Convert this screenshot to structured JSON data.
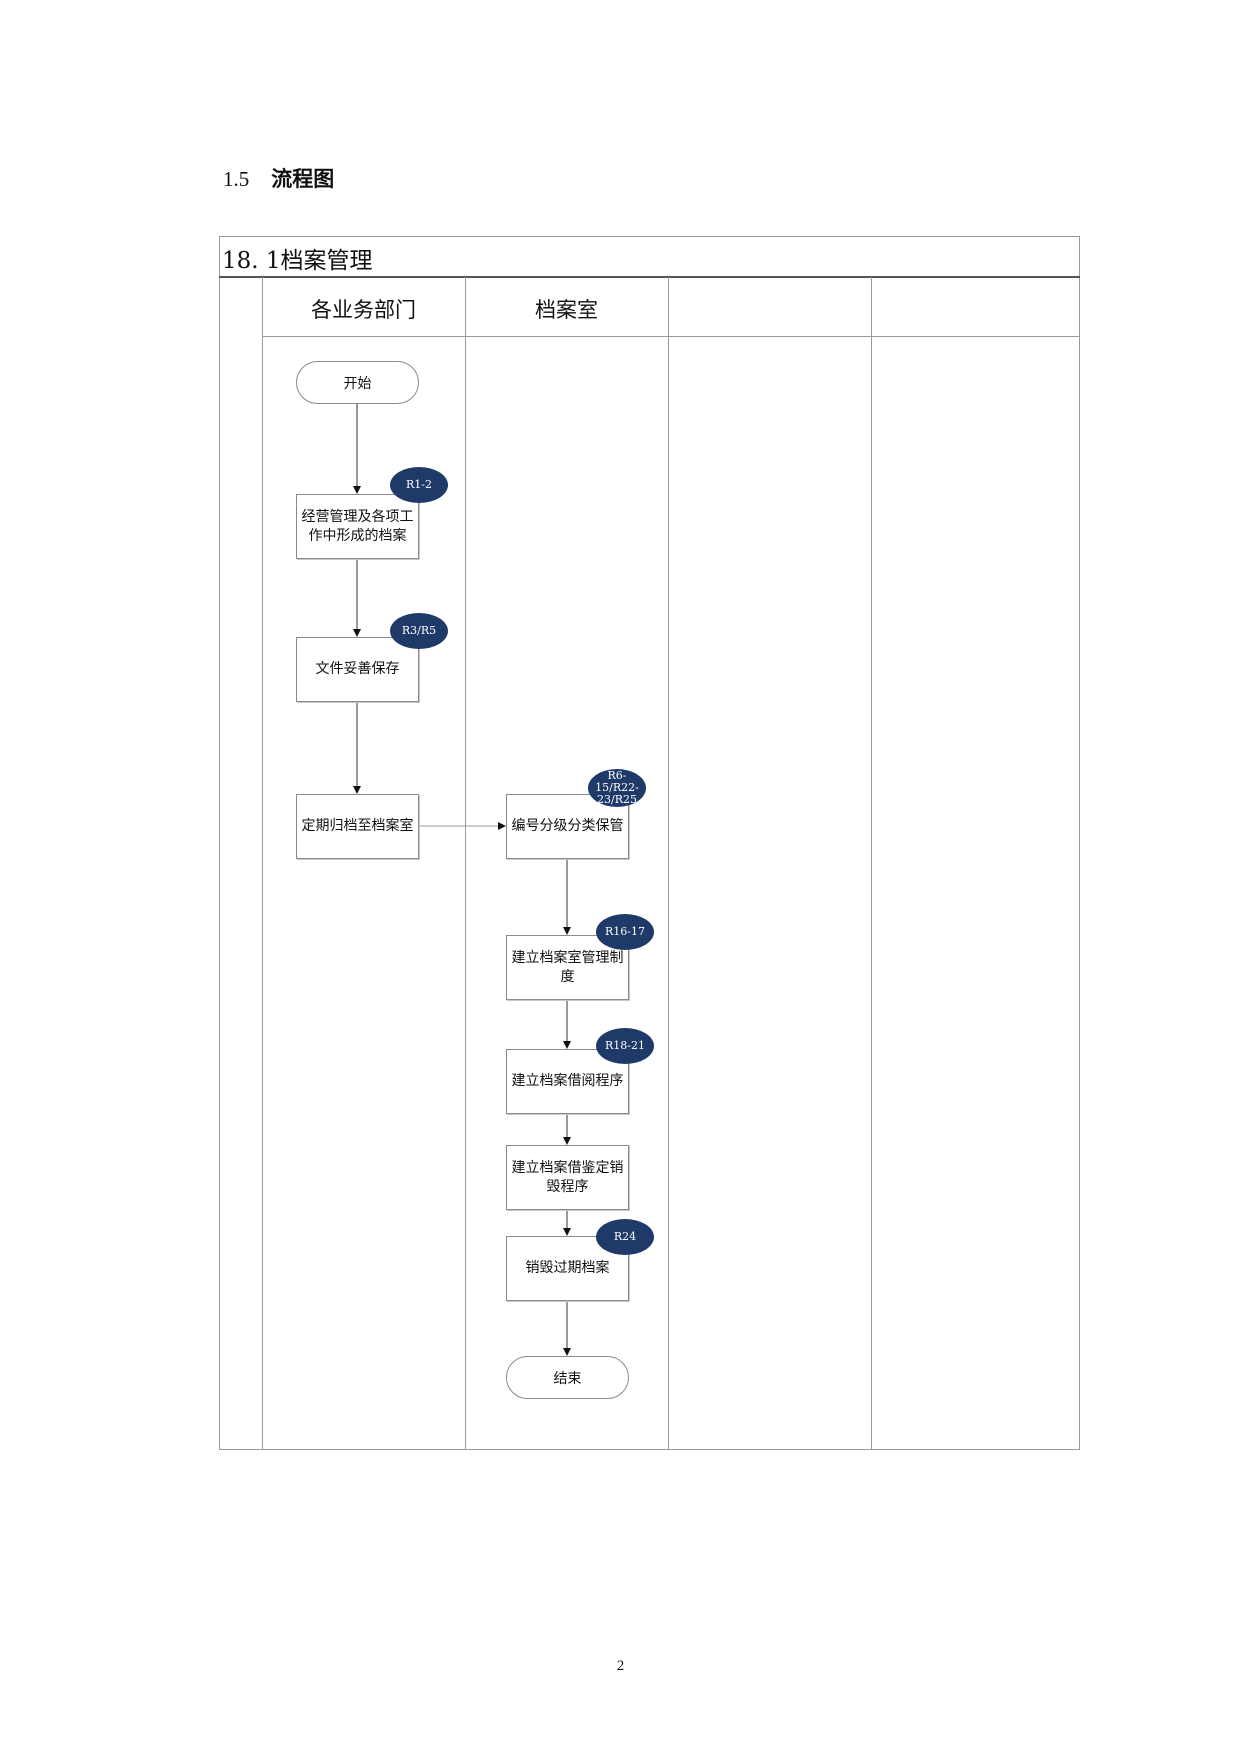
{
  "section": {
    "number": "1.5",
    "title": "流程图"
  },
  "diagram": {
    "title": "18. 1档案管理",
    "lanes": [
      "各业务部门",
      "档案室",
      "",
      ""
    ],
    "nodes": {
      "start": "开始",
      "form_archive": "经营管理及各项工作中形成的档案",
      "keep_files": "文件妥善保存",
      "periodic_archive": "定期归档至档案室",
      "number_classify": "编号分级分类保管",
      "build_rules": "建立档案室管理制度",
      "build_borrow": "建立档案借阅程序",
      "build_appraise": "建立档案借鉴定销毁程序",
      "destroy_expired": "销毁过期档案",
      "end": "结束"
    },
    "badges": {
      "form_archive": "R1-2",
      "keep_files": "R3/R5",
      "number_classify": "R6-15/R22-23/R25",
      "build_rules": "R16-17",
      "build_borrow": "R18-21",
      "destroy_expired": "R24"
    },
    "colors": {
      "badge_fill": "#1f3a68",
      "border": "#9a9a9a"
    }
  },
  "page_number": "2"
}
